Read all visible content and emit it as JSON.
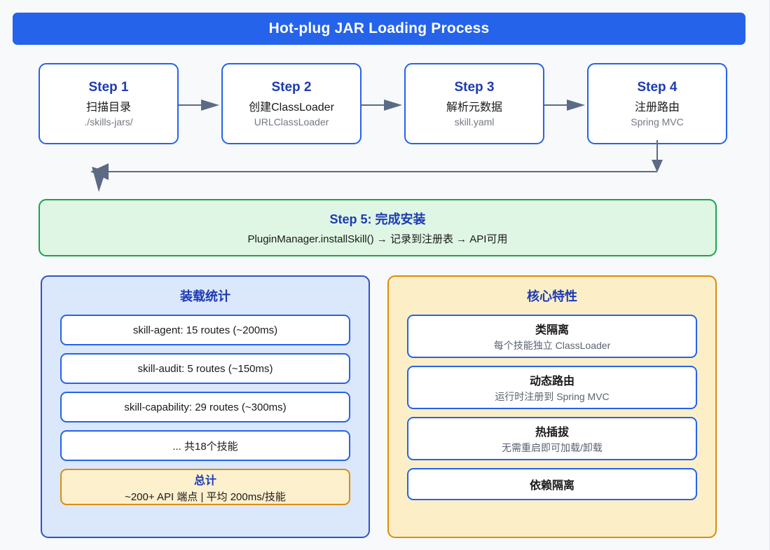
{
  "header": {
    "title": "Hot-plug JAR Loading Process",
    "bar_color": "#2563eb"
  },
  "flow": {
    "steps": [
      {
        "title": "Step 1",
        "subtitle": "扫描目录",
        "meta": "./skills-jars/"
      },
      {
        "title": "Step 2",
        "subtitle": "创建ClassLoader",
        "meta": "URLClassLoader"
      },
      {
        "title": "Step 3",
        "subtitle": "解析元数据",
        "meta": "skill.yaml"
      },
      {
        "title": "Step 4",
        "subtitle": "注册路由",
        "meta": "Spring MVC"
      }
    ],
    "arrow_color": "#5b6b85",
    "box_border_color": "#2563eb"
  },
  "step5": {
    "title": "Step 5: 完成安装",
    "subtitle": "PluginManager.installSkill() → 记录到注册表 → API可用",
    "background": "#dff6e4",
    "border_color": "#19a648"
  },
  "stats_panel": {
    "title": "装载统计",
    "background": "#dbe7fb",
    "border_color": "#2f53c9",
    "items": [
      {
        "text": "skill-agent: 15 routes (~200ms)"
      },
      {
        "text": "skill-audit: 5 routes (~150ms)"
      },
      {
        "text": "skill-capability: 29 routes (~300ms)"
      },
      {
        "text": "... 共18个技能"
      }
    ],
    "total": {
      "title": "总计",
      "subtitle": "~200+ API 端点 | 平均 200ms/技能",
      "background": "#fdf0cd",
      "border_color": "#d98e10"
    }
  },
  "features_panel": {
    "title": "核心特性",
    "background": "#fcefc8",
    "border_color": "#dd8b0b",
    "items": [
      {
        "title": "类隔离",
        "subtitle": "每个技能独立 ClassLoader"
      },
      {
        "title": "动态路由",
        "subtitle": "运行时注册到 Spring MVC"
      },
      {
        "title": "热插拔",
        "subtitle": "无需重启即可加载/卸载"
      },
      {
        "title": "依赖隔离",
        "subtitle": ""
      }
    ]
  }
}
